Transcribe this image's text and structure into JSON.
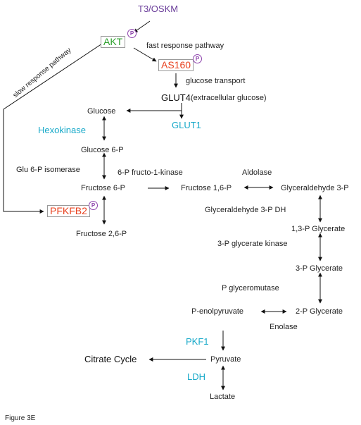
{
  "nodes": {
    "t3": "T3/OSKM",
    "akt": "AKT",
    "as160": "AS160",
    "glut4": "GLUT4",
    "extracellular": "(extracellular glucose)",
    "glucose": "Glucose",
    "glut1": "GLUT1",
    "hexokinase": "Hexokinase",
    "glucose6p": "Glucose 6-P",
    "glu6p_isomerase": "Glu 6-P isomerase",
    "fructo_kinase": "6-P fructo-1-kinase",
    "aldolase": "Aldolase",
    "fructose6p": "Fructose 6-P",
    "fructose16p": "Fructose 1,6-P",
    "glyceraldehyde3p": "Glyceraldehyde 3-P",
    "pfkfb2": "PFKFB2",
    "fructose26p": "Fructose 2,6-P",
    "g3p_dh": "Glyceraldehyde 3-P DH",
    "bpg": "1,3-P Glycerate",
    "pg_kinase": "3-P glycerate kinase",
    "pg3": "3-P Glycerate",
    "pg_mutase": "P glyceromutase",
    "pep": "P-enolpyruvate",
    "pg2": "2-P Glycerate",
    "enolase": "Enolase",
    "pkf1": "PKF1",
    "citrate": "Citrate Cycle",
    "pyruvate": "Pyruvate",
    "ldh": "LDH",
    "lactate": "Lactate"
  },
  "labels": {
    "fast": "fast response pathway",
    "slow": "slow response pathway",
    "glucose_transport": "glucose transport",
    "phospho": "P",
    "figure": "Figure 3E"
  },
  "colors": {
    "purple": "#6a3d9a",
    "green": "#2ca02c",
    "red": "#e8401e",
    "cyan": "#17a9c9"
  }
}
